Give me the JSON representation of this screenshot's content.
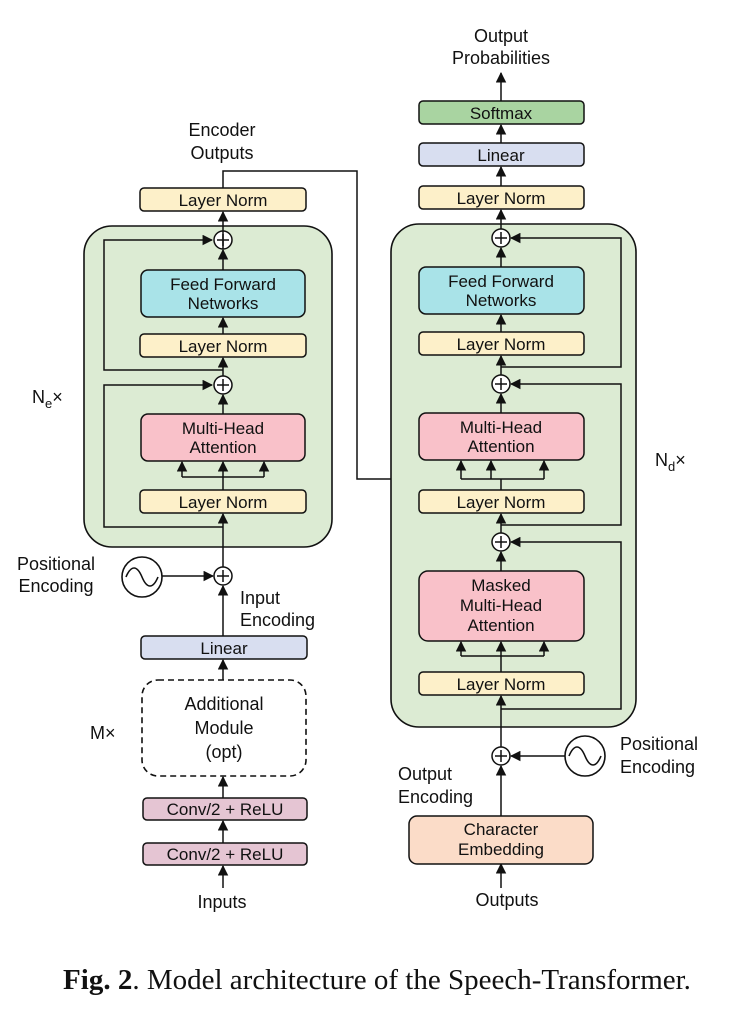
{
  "colors": {
    "block_bg": "#dcebd3",
    "layer_norm": "#fdf0c9",
    "ffn": "#a9e3e8",
    "attention": "#f9c1c9",
    "linear": "#d8def0",
    "softmax": "#a9d4a1",
    "conv": "#e5c5d3",
    "char_embed": "#fbdcc8",
    "stroke": "#111111"
  },
  "encoder": {
    "outputs_label_1": "Encoder",
    "outputs_label_2": "Outputs",
    "layer_norm_top": "Layer Norm",
    "ffn_1": "Feed Forward",
    "ffn_2": "Networks",
    "layer_norm_mid": "Layer Norm",
    "mha_1": "Multi-Head",
    "mha_2": "Attention",
    "layer_norm_bottom": "Layer Norm",
    "repeat_base": "N",
    "repeat_sub": "e",
    "repeat_x": "×",
    "pos_enc_1": "Positional",
    "pos_enc_2": "Encoding",
    "input_enc_1": "Input",
    "input_enc_2": "Encoding",
    "linear": "Linear",
    "module_repeat": "M×",
    "module_1": "Additional",
    "module_2": "Module",
    "module_3": "(opt)",
    "conv_1": "Conv/2 + ReLU",
    "conv_2": "Conv/2 + ReLU",
    "inputs": "Inputs"
  },
  "decoder": {
    "out_prob_1": "Output",
    "out_prob_2": "Probabilities",
    "softmax": "Softmax",
    "linear": "Linear",
    "layer_norm_top": "Layer Norm",
    "ffn_1": "Feed Forward",
    "ffn_2": "Networks",
    "layer_norm_ffn": "Layer Norm",
    "mha_1": "Multi-Head",
    "mha_2": "Attention",
    "layer_norm_mha": "Layer Norm",
    "masked_1": "Masked",
    "masked_2": "Multi-Head",
    "masked_3": "Attention",
    "layer_norm_bottom": "Layer Norm",
    "repeat_base": "N",
    "repeat_sub": "d",
    "repeat_x": "×",
    "pos_enc_1": "Positional",
    "pos_enc_2": "Encoding",
    "out_enc_1": "Output",
    "out_enc_2": "Encoding",
    "char_1": "Character",
    "char_2": "Embedding",
    "outputs": "Outputs"
  },
  "caption": {
    "label": "Fig. 2",
    "text": ". Model architecture of the Speech-Transformer."
  },
  "icons": [
    "plus-circle-icon",
    "sine-wave-icon",
    "arrow-icon"
  ]
}
